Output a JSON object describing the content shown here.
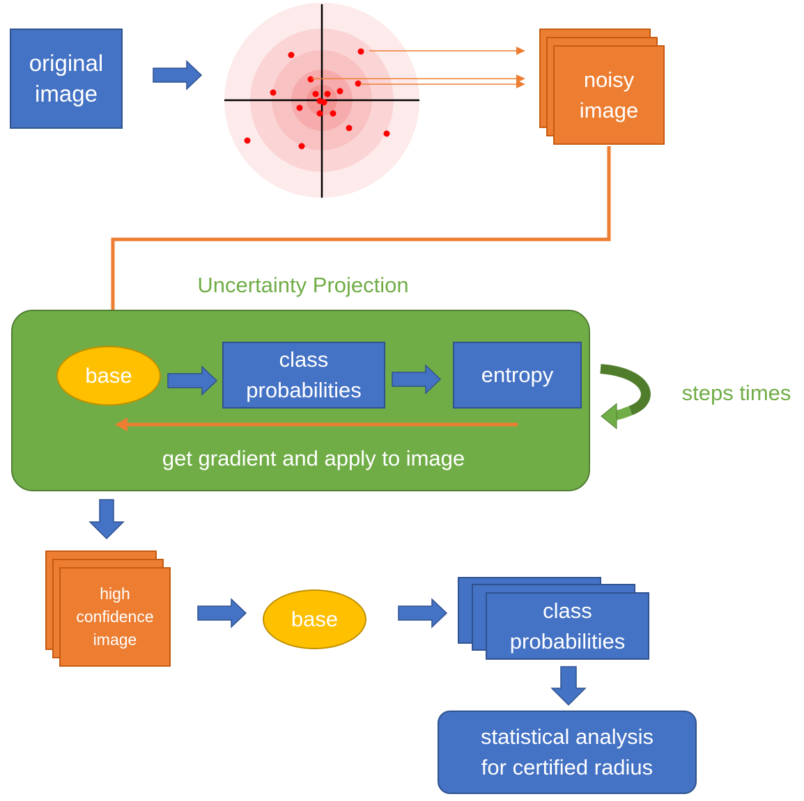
{
  "nodes": {
    "original_image": "original\nimage",
    "noisy_image": "noisy\nimage",
    "base_top": "base",
    "class_prob_top": "class\nprobabilities",
    "entropy": "entropy",
    "high_conf_image": "high\nconfidence\nimage",
    "base_bottom": "base",
    "class_prob_bottom": "class\nprobabilities",
    "stat_analysis": "statistical analysis\nfor certified radius"
  },
  "labels": {
    "uncertainty_projection": "Uncertainty Projection",
    "get_gradient": "get gradient and apply to image",
    "steps_times": "steps times"
  },
  "colors": {
    "blue": "#4472c4",
    "orange": "#ed7d31",
    "yellow": "#ffc000",
    "green_panel": "#70ad47",
    "red_point": "#ff0000"
  },
  "noise_points": [
    [
      -44,
      -65
    ],
    [
      56,
      -70
    ],
    [
      -16,
      -30
    ],
    [
      52,
      -24
    ],
    [
      -70,
      -11
    ],
    [
      26,
      -13
    ],
    [
      -9,
      -9
    ],
    [
      8,
      -9
    ],
    [
      -32,
      11
    ],
    [
      16,
      19
    ],
    [
      -3,
      19
    ],
    [
      39,
      40
    ],
    [
      93,
      48
    ],
    [
      -107,
      58
    ],
    [
      -29,
      66
    ],
    [
      3,
      3
    ],
    [
      -3,
      1
    ]
  ]
}
